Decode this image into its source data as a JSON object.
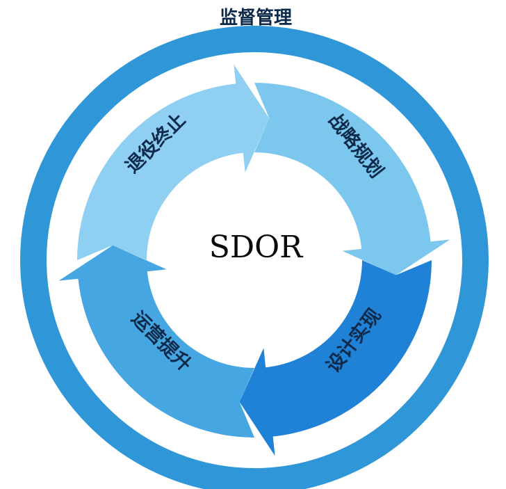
{
  "outer_ring": {
    "label": "监督管理",
    "color": "#2f96d8"
  },
  "center": {
    "label": "SDOR"
  },
  "stages": [
    {
      "id": "strategy",
      "label": "战略规划",
      "color": "#7cc7ee"
    },
    {
      "id": "design",
      "label": "设计实现",
      "color": "#1f82d6"
    },
    {
      "id": "operation",
      "label": "运营提升",
      "color": "#46a6e2"
    },
    {
      "id": "retire",
      "label": "退役终止",
      "color": "#8fcff2"
    }
  ],
  "flow_direction": "clockwise"
}
